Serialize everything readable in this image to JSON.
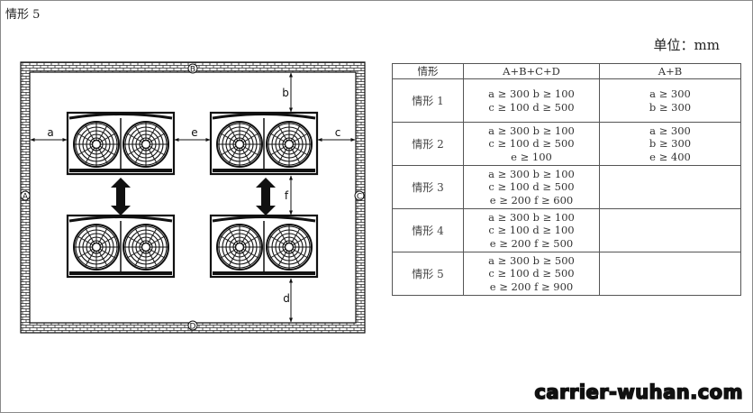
{
  "page": {
    "title": "情形 5",
    "unit_label": "单位：mm",
    "watermark": "carrier-wuhan.com"
  },
  "diagram": {
    "wall_labels": {
      "top": "B",
      "left": "A",
      "right": "C",
      "bottom": "D"
    },
    "dimension_labels": {
      "a": "a",
      "b": "b",
      "c": "c",
      "d": "d",
      "e": "e",
      "f": "f"
    }
  },
  "table": {
    "headers": [
      "情形",
      "A+B+C+D",
      "A+B"
    ],
    "rows": [
      {
        "case": "情形 1",
        "abcd": [
          "a ≥ 300  b ≥ 100",
          "c ≥ 100  d ≥ 500"
        ],
        "ab": [
          "a ≥ 300",
          "b ≥ 300"
        ]
      },
      {
        "case": "情形 2",
        "abcd": [
          "a ≥ 300  b ≥ 100",
          "c ≥ 100  d ≥ 500",
          "e ≥ 100"
        ],
        "ab": [
          "a ≥ 300",
          "b ≥ 300",
          "e ≥ 400"
        ]
      },
      {
        "case": "情形 3",
        "abcd": [
          "a ≥ 300  b ≥ 100",
          "c ≥ 100  d ≥ 500",
          "e ≥ 200  f ≥ 600"
        ],
        "ab": []
      },
      {
        "case": "情形 4",
        "abcd": [
          "a ≥ 300  b ≥ 100",
          "c ≥ 100  d ≥ 100",
          "e ≥ 200  f ≥ 500"
        ],
        "ab": []
      },
      {
        "case": "情形 5",
        "abcd": [
          "a ≥ 300  b ≥ 500",
          "c ≥ 100  d ≥ 500",
          "e ≥ 200  f ≥ 900"
        ],
        "ab": []
      }
    ]
  }
}
